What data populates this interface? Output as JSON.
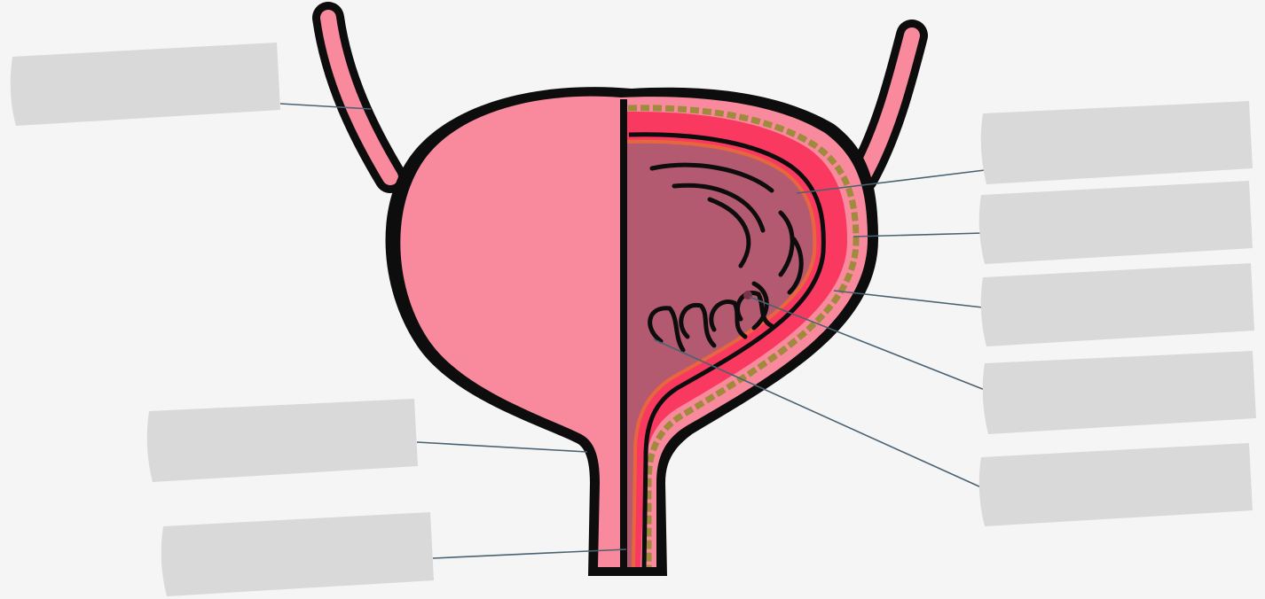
{
  "diagram": {
    "colors": {
      "background": "#f5f5f5",
      "outline": "#0d0d0d",
      "outer_pink": "#f98a9e",
      "wall_red": "#f9395f",
      "inner_mauve": "#b45a70",
      "serosa_stripe": "#a08a3c",
      "mucosa_edge": "#e8663e",
      "leader_line": "#4a6272",
      "label_box": "#d9d9d9"
    },
    "labels": [
      {
        "id": "ureter",
        "text": ""
      },
      {
        "id": "bladder-neck",
        "text": ""
      },
      {
        "id": "urethra",
        "text": ""
      },
      {
        "id": "rugae",
        "text": ""
      },
      {
        "id": "serosa",
        "text": ""
      },
      {
        "id": "detrusor-muscle",
        "text": ""
      },
      {
        "id": "ureteral-opening",
        "text": ""
      },
      {
        "id": "trigone",
        "text": ""
      }
    ]
  }
}
